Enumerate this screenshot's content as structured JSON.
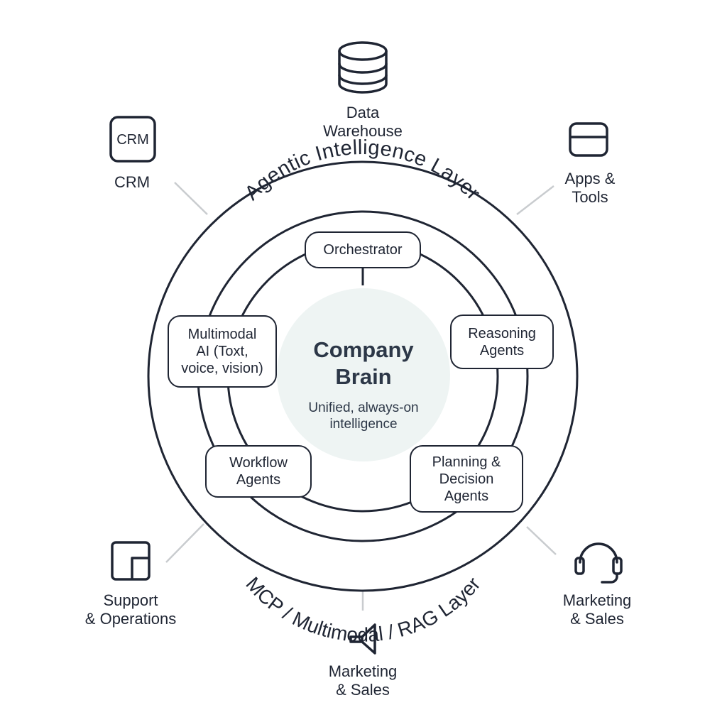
{
  "core": {
    "title": "Company\nBrain",
    "subtitle": "Unified, always-on\nintelligence"
  },
  "rings": {
    "outer_label": "Agentic Intelligence Layer",
    "bottom_label": "MCP / Multimodal / RAG Layer"
  },
  "agents": {
    "orchestrator": "Orchestrator",
    "reasoning": "Reasoning\nAgents",
    "planning": "Planning &\nDecision\nAgents",
    "workflow": "Workflow\nAgents",
    "multimodal": "Multimodal\nAI (Toxt,\nvoice, vision)"
  },
  "sources": {
    "data_warehouse": {
      "label": "Data\nWarehouse",
      "icon": "database-icon"
    },
    "crm": {
      "label": "CRM",
      "icon_text": "CRM",
      "icon": "crm-icon"
    },
    "apps_tools": {
      "label": "Apps &\nTools",
      "icon": "app-window-icon"
    },
    "support_ops": {
      "label": "Support\n& Operations",
      "icon": "frame-icon"
    },
    "marketing_sales_bottom": {
      "label": "Marketing\n& Sales",
      "icon": "megaphone-icon"
    },
    "marketing_sales_right": {
      "label": "Marketing\n& Sales",
      "icon": "headset-icon"
    }
  },
  "colors": {
    "stroke": "#1f2533",
    "core_fill": "#eef4f3",
    "connector": "#c9cccf"
  }
}
